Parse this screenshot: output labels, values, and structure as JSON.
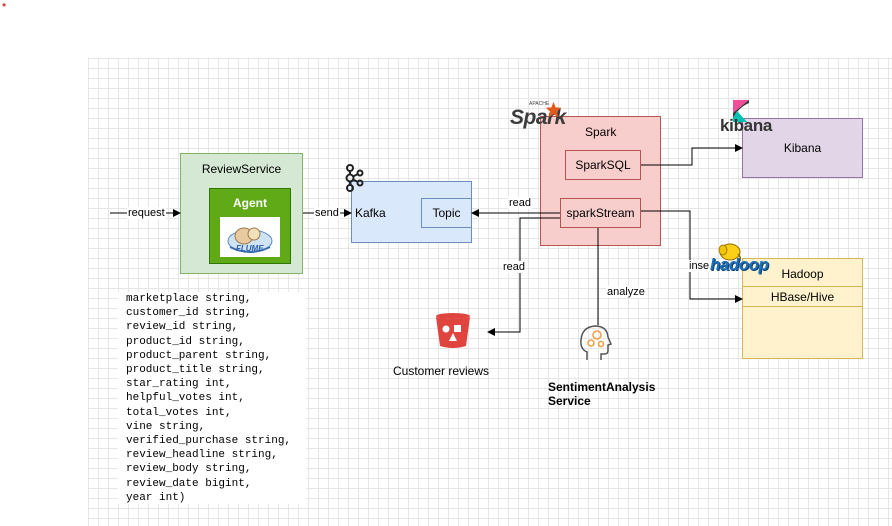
{
  "corner_mark": "•",
  "nodes": {
    "review_service": "ReviewService",
    "agent": "Agent",
    "kafka": "Kafka",
    "topic": "Topic",
    "spark": "Spark",
    "spark_sql": "SparkSQL",
    "spark_stream": "sparkStream",
    "kibana": "Kibana",
    "hadoop": "Hadoop",
    "hbase_hive": "HBase/Hive",
    "customer_reviews": "Customer reviews",
    "sentiment_service": "SentimentAnalysis\nService"
  },
  "edges": {
    "request": "request",
    "send": "send",
    "read_topic": "read",
    "read_reviews": "read",
    "analyze": "analyze",
    "insert": "inse"
  },
  "logos": {
    "spark": "Spark",
    "spark_small": "APACHE",
    "kibana": "kibana",
    "hadoop": "hadoop",
    "flume": "FLUME"
  },
  "schema_lines": [
    "marketplace string,",
    "customer_id string,",
    "review_id string,",
    "product_id string,",
    "product_parent string,",
    "product_title string,",
    "star_rating int,",
    "helpful_votes int,",
    "total_votes int,",
    "vine string,",
    "verified_purchase string,",
    "review_headline string,",
    "review_body string,",
    "review_date bigint,",
    "year int)"
  ],
  "colors": {
    "review_service_fill": "#d5e8d4",
    "review_service_border": "#82b366",
    "agent_fill": "#60a917",
    "agent_border": "#2d7600",
    "kafka_fill": "#dae8fc",
    "kafka_border": "#6c8ebf",
    "spark_fill": "#f8cecc",
    "spark_border": "#b85450",
    "kibana_fill": "#e1d5e7",
    "kibana_border": "#9673a6",
    "hadoop_fill": "#fff2cc",
    "hadoop_border": "#d6b656",
    "bucket": "#e0443e",
    "sentiment_icon": "#f0a04b"
  }
}
